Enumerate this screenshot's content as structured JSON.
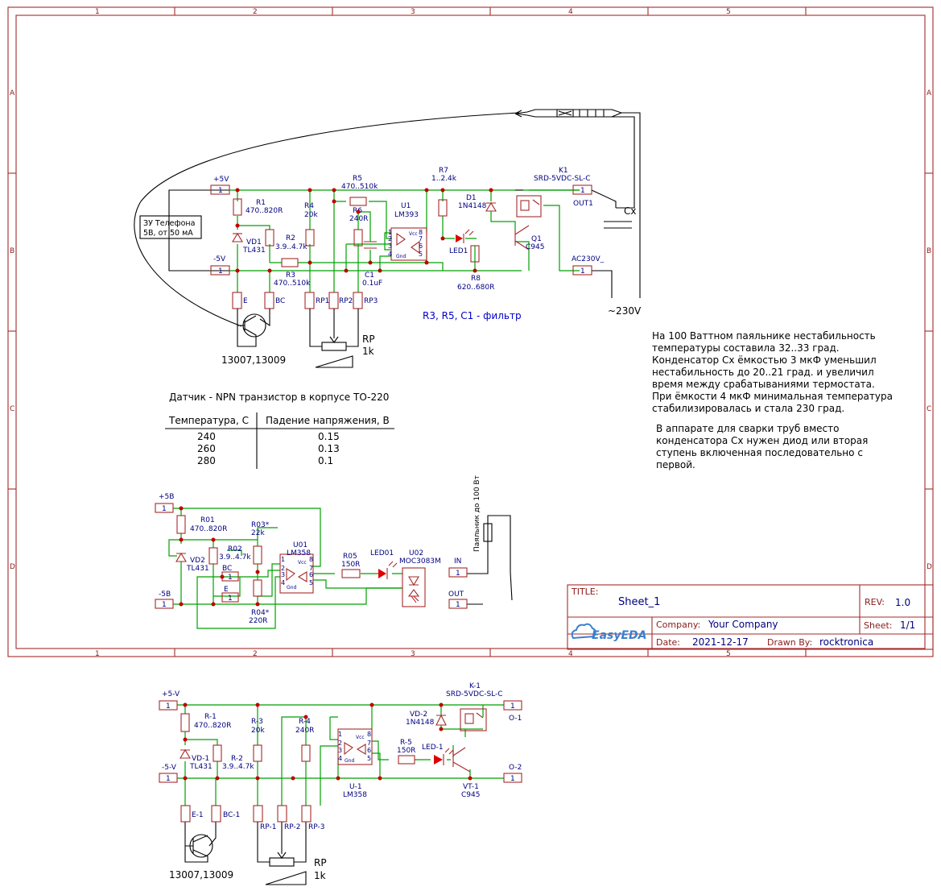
{
  "frame": {
    "col_labels": [
      "1",
      "2",
      "3",
      "4",
      "5"
    ],
    "row_labels": [
      "A",
      "B",
      "C",
      "D"
    ]
  },
  "title_block": {
    "title_label": "TITLE:",
    "title_value": "Sheet_1",
    "rev_label": "REV:",
    "rev_value": "1.0",
    "company_label": "Company:",
    "company_value": "Your Company",
    "sheet_label": "Sheet:",
    "sheet_value": "1/1",
    "date_label": "Date:",
    "date_value": "2021-12-17",
    "drawn_label": "Drawn By:",
    "drawn_value": "rocktronica",
    "logo": "EasyEDA"
  },
  "circuit1": {
    "p5v": "+5V",
    "m5v": "-5V",
    "charger": [
      "ЗУ Телефона",
      "5В, от 50 мА"
    ],
    "pin1": "1",
    "r1": [
      "R1",
      "470..820R"
    ],
    "vd1": [
      "VD1",
      "TL431"
    ],
    "r2": [
      "R2",
      "3.9..4.7k"
    ],
    "r3": [
      "R3",
      "470..510k"
    ],
    "r4": [
      "R4",
      "20k"
    ],
    "r5": [
      "R5",
      "470..510k"
    ],
    "r6": [
      "R6",
      "240R"
    ],
    "c1": [
      "C1",
      "0.1uF"
    ],
    "u1": [
      "U1",
      "LM393"
    ],
    "r7": [
      "R7",
      "1..2.4k"
    ],
    "d1": [
      "D1",
      "1N4148"
    ],
    "led1": "LED1",
    "r8": [
      "R8",
      "620..680R"
    ],
    "q1": [
      "Q1",
      "C945"
    ],
    "k1": [
      "K1",
      "SRD-5VDC-SL-C"
    ],
    "out1": "OUT1",
    "ac": "AC230V_",
    "cx": "Cx",
    "mains": "~230V",
    "e": "E",
    "bc": "BC",
    "rp1": "RP1",
    "rp2": "RP2",
    "rp3": "RP3",
    "rp": [
      "RP",
      "1k"
    ],
    "transistor": "13007,13009",
    "filter_note": "R3, R5, C1 - фильтр",
    "ic_vcc": "Vcc",
    "ic_gnd": "Gnd"
  },
  "note1": [
    "На 100 Ваттном паяльнике нестабильность",
    "температуры составила 32..33 град.",
    "Конденсатор Сх ёмкостью 3 мкФ уменьшил",
    "нестабильность до 20..21 град. и увеличил",
    "время между срабатываниями термостата.",
    "При ёмкости 4 мкФ минимальная температура",
    "стабилизировалась и стала 230 град."
  ],
  "note2": [
    "В аппарате для сварки труб вместо",
    "конденсатора Сх нужен диод или вторая",
    "ступень включенная последовательно с",
    "первой."
  ],
  "sensor_table": {
    "title": "Датчик - NPN транзистор в корпусе TO-220",
    "headers": [
      "Температура, С",
      "Падение напряжения, В"
    ],
    "rows": [
      [
        "240",
        "0.15"
      ],
      [
        "260",
        "0.13"
      ],
      [
        "280",
        "0.1"
      ]
    ]
  },
  "circuit2": {
    "p5v": "+5B",
    "m5v": "-5B",
    "r01": [
      "R01",
      "470..820R"
    ],
    "vd2": [
      "VD2",
      "TL431"
    ],
    "r02": [
      "R02",
      "3.9..4.7k"
    ],
    "r03": [
      "R03*",
      "22k"
    ],
    "r04": [
      "R04*",
      "220R"
    ],
    "u01": [
      "U01",
      "LM358"
    ],
    "r05": [
      "R05",
      "150R"
    ],
    "led01": "LED01",
    "u02": [
      "U02",
      "MOC3083M"
    ],
    "bc": "BC",
    "e": "E",
    "in": "IN",
    "out": "OUT",
    "iron": "Паяльник до 100 Вт"
  },
  "circuit3": {
    "p5v": "+5-V",
    "m5v": "-5-V",
    "r1": [
      "R-1",
      "470..820R"
    ],
    "vd1": [
      "VD-1",
      "TL431"
    ],
    "r2": [
      "R-2",
      "3.9..4.7k"
    ],
    "r3": [
      "R-3",
      "20k"
    ],
    "r4": [
      "R-4",
      "240R"
    ],
    "u1": [
      "U-1",
      "LM358"
    ],
    "r5": [
      "R-5",
      "150R"
    ],
    "vd2": [
      "VD-2",
      "1N4148"
    ],
    "led": "LED-1",
    "k1": [
      "K-1",
      "SRD-5VDC-SL-C"
    ],
    "vt1": [
      "VT-1",
      "C945"
    ],
    "o1": "O-1",
    "o2": "O-2",
    "e1": "E-1",
    "bc1": "BC-1",
    "rp1": "RP-1",
    "rp2": "RP-2",
    "rp3": "RP-3",
    "rp": [
      "RP",
      "1k"
    ],
    "transistor": "13007,13009"
  },
  "colors": {
    "wire": "#00a000",
    "component": "#a52a2a",
    "junction": "#c00000",
    "label": "#000080",
    "frame": "#8b1a1a",
    "led": "#e00000"
  }
}
